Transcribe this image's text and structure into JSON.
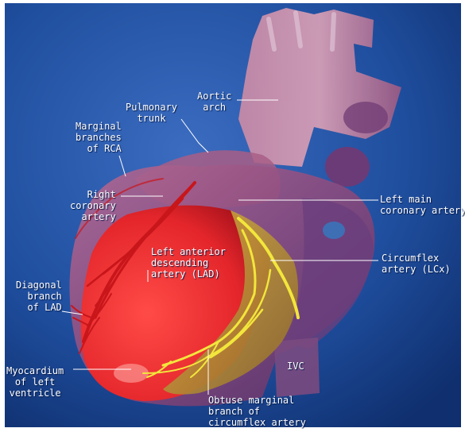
{
  "labels": {
    "aortic_arch": [
      "Aortic",
      "arch"
    ],
    "pulmonary_trunk": [
      "Pulmonary",
      "trunk"
    ],
    "marginal_rca": [
      "Marginal",
      "branches",
      "of RCA"
    ],
    "right_coronary": [
      "Right",
      "coronary",
      "artery"
    ],
    "left_main": [
      "Left main",
      "coronary artery"
    ],
    "lad": [
      "Left anterior",
      "descending",
      "artery (LAD)"
    ],
    "circumflex": [
      "Circumflex",
      "artery (LCx)"
    ],
    "diagonal": [
      "Diagonal",
      "branch",
      "of LAD"
    ],
    "myocardium": [
      "Myocardium",
      "of  left",
      "ventricle"
    ],
    "ivc": [
      "IVC"
    ],
    "obtuse_marginal": [
      "Obtuse marginal",
      "branch of",
      "circumflex artery"
    ]
  },
  "colors": {
    "background": "#1f4e9e",
    "heart_body": "#8a4a7d",
    "myocardium": "#e4262b",
    "circumflex_zone": "#c9a233",
    "artery_red": "#c8161b",
    "artery_yellow": "#f2e63c",
    "leader_line": "#ffffff"
  }
}
